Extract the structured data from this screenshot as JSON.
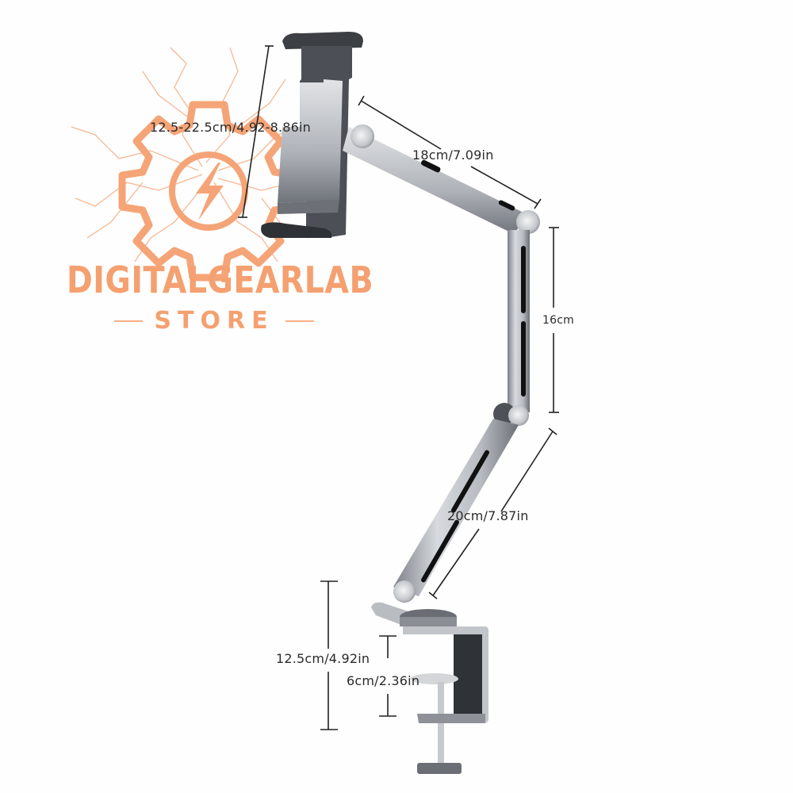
{
  "watermark": {
    "brand": "DIGITALGEARLAB",
    "sub": "STORE",
    "color": "#f5a070",
    "icon": "gear-lightning-icon"
  },
  "product": {
    "name": "tablet-arm-desk-clamp-stand",
    "colors": {
      "metal_light": "#c9cdd3",
      "metal_dark": "#5e6269",
      "slot": "#111111"
    }
  },
  "dimensions": {
    "holder_width": "12.5-22.5cm/4.92-8.86in",
    "arm_top": "18cm/7.09in",
    "arm_middle": "16cm",
    "arm_bottom": "20cm/7.87in",
    "clamp_height": "12.5cm/4.92in",
    "clamp_opening": "6cm/2.36in"
  }
}
